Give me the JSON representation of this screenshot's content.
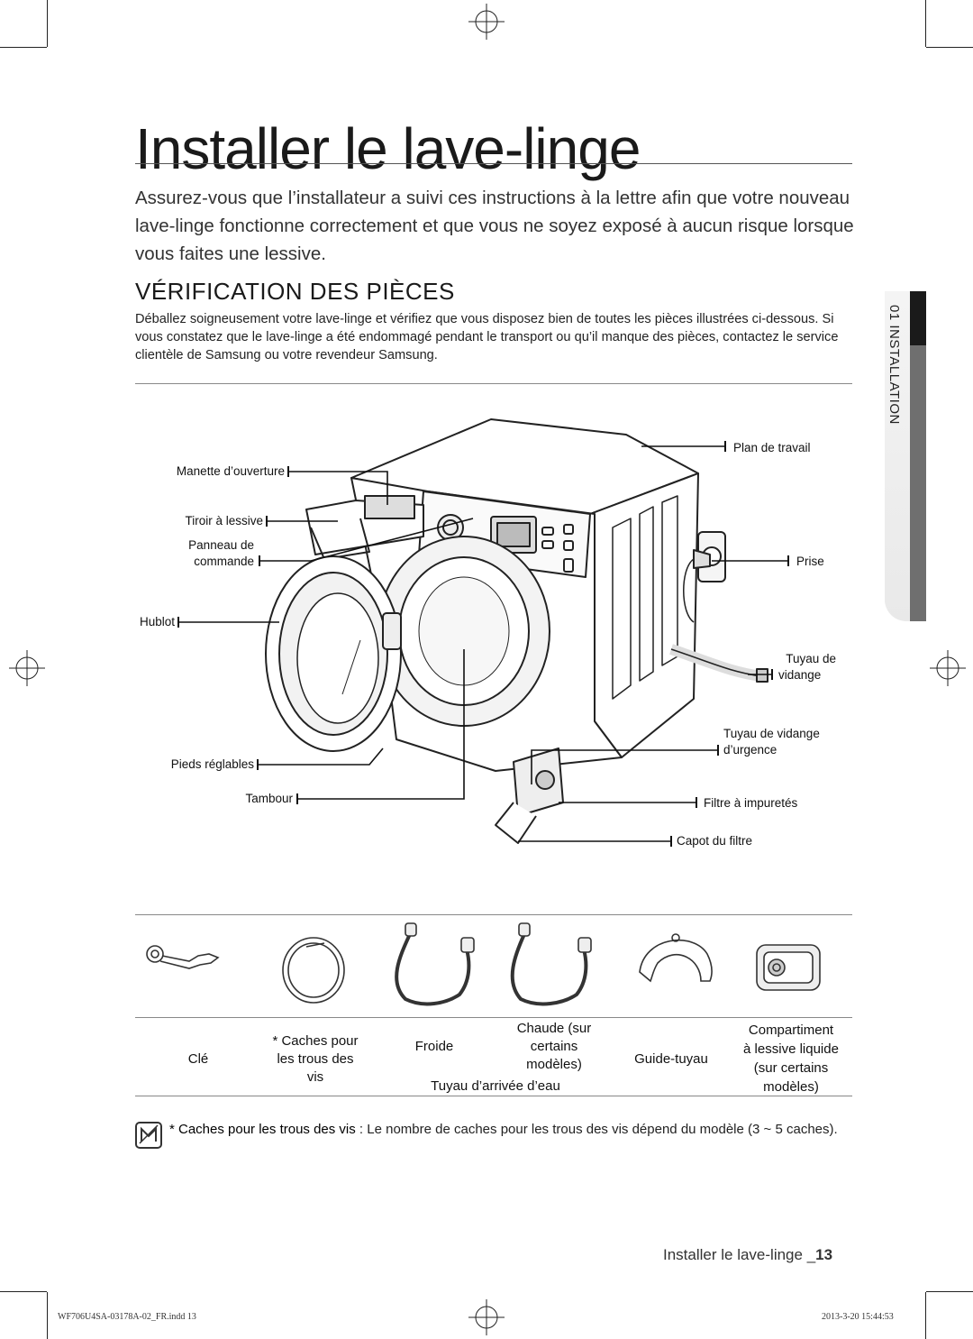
{
  "page_title": "Installer le lave-linge",
  "intro": "Assurez-vous que l’installateur a suivi ces instructions à la lettre afin que votre nouveau lave-linge fonctionne correctement et que vous ne soyez exposé à aucun risque lorsque vous faites une lessive.",
  "section_heading": "VÉRIFICATION DES PIÈCES",
  "section_body": "Déballez soigneusement votre lave-linge et vérifiez que vous disposez bien de toutes les pièces illustrées ci-dessous. Si vous constatez que le lave-linge a été endommagé pendant le transport ou qu’il manque des pièces, contactez le service clientèle de Samsung ou votre revendeur Samsung.",
  "side_tab": "01 INSTALLATION",
  "diagram_labels": {
    "manette": "Manette d’ouverture",
    "tiroir": "Tiroir à lessive",
    "panneau_1": "Panneau de",
    "panneau_2": "commande",
    "hublot": "Hublot",
    "pieds": "Pieds réglables",
    "tambour": "Tambour",
    "plan": "Plan de travail",
    "prise": "Prise",
    "tuyau_vidange_1": "Tuyau de",
    "tuyau_vidange_2": "vidange",
    "tuyau_urgence_1": "Tuyau de vidange",
    "tuyau_urgence_2": "d’urgence",
    "filtre": "Filtre à impuretés",
    "capot": "Capot du filtre"
  },
  "parts": {
    "cle": "Clé",
    "caches_1": "* Caches pour",
    "caches_2": "les trous des",
    "caches_3": "vis",
    "froide": "Froide",
    "chaude_1": "Chaude (sur",
    "chaude_2": "certains",
    "chaude_3": "modèles)",
    "tuyau_arrivee": "Tuyau d’arrivée d’eau",
    "guide": "Guide-tuyau",
    "compartiment_1": "Compartiment",
    "compartiment_2": "à lessive liquide",
    "compartiment_3": "(sur certains",
    "compartiment_4": "modèles)"
  },
  "note": {
    "bold": "* Caches pour les trous des vis",
    "text": " : Le nombre de caches pour les trous des vis dépend du modèle (3 ~ 5 caches)."
  },
  "footer": {
    "text": "Installer le lave-linge _",
    "page": "13"
  },
  "slug": {
    "file": "WF706U4SA-03178A-02_FR.indd   13",
    "date": "2013-3-20   15:44:53"
  }
}
